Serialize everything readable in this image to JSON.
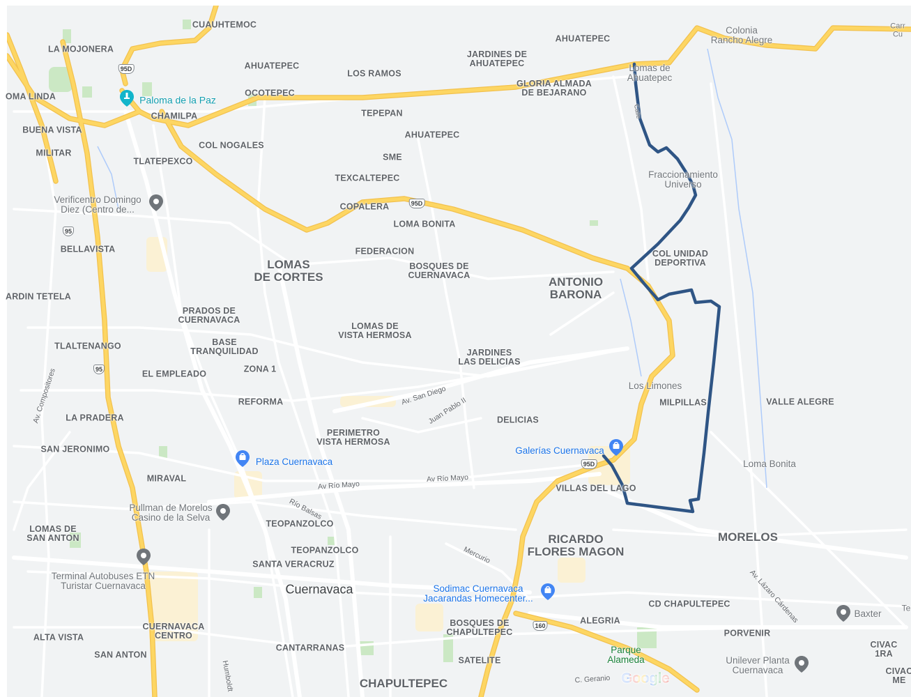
{
  "map": {
    "colors": {
      "land": "#f1f3f4",
      "road": "#ffffff",
      "highway": "#fdd663",
      "highway_edge": "#f5b400",
      "route": "#2f5585",
      "park": "#cbe8c4",
      "commercial": "#fbf1d4"
    },
    "labels": {
      "cuauhtemoc": "CUAUHTEMOC",
      "la_mojonera": "LA MOJONERA",
      "ahuatepec_top": "AHUATEPEC",
      "jardines_de_ahuatepec": "JARDINES DE\nAHUATEPEC",
      "ahuatepec_mid": "AHUATEPEC",
      "los_ramos": "LOS RAMOS",
      "colonia_rancho_alegre": "Colonia\nRancho Alegre",
      "carr": "Carr Cu",
      "lomas_de_ahuatepec": "Lomas de\nAhuatepec",
      "oma_linda": "OMA LINDA",
      "ocotepec": "OCOTEPEC",
      "gloria_almada": "GLORIA ALMADA\nDE BEJARANO",
      "chamilpa": "CHAMILPA",
      "tepepan": "TEPEPAN",
      "buena_vista": "BUENA VISTA",
      "col_nogales": "COL NOGALES",
      "ahuatepec_low": "AHUATEPEC",
      "militar": "MILITAR",
      "tlatepexco": "TLATEPEXCO",
      "sme": "SME",
      "fraccionamiento_universo": "Fraccionamiento\nUniverso",
      "texcaltepec": "TEXCALTEPEC",
      "copalera": "COPALERA",
      "loma_bonita_top": "LOMA BONITA",
      "bellavista": "BELLAVISTA",
      "federacion": "FEDERACION",
      "lomas_de_cortes": "LOMAS\nDE CORTES",
      "bosques_de_cuernavaca": "BOSQUES DE\nCUERNAVACA",
      "col_unidad_deportiva": "COL UNIDAD\nDEPORTIVA",
      "antonio_barona": "ANTONIO\nBARONA",
      "ardin_tetela": "ARDIN TETELA",
      "prados_de_cuernavaca": "PRADOS DE\nCUERNAVACA",
      "lomas_de_vista_hermosa": "LOMAS DE\nVISTA HERMOSA",
      "tlaltenango": "TLALTENANGO",
      "base_tranquilidad": "BASE\nTRANQUILIDAD",
      "jardines_las_delicias": "JARDINES\nLAS DELICIAS",
      "zona_1": "ZONA 1",
      "el_empleado": "EL EMPLEADO",
      "los_limones": "Los Limones",
      "reforma": "REFORMA",
      "milpillas": "MILPILLAS",
      "valle_alegre": "VALLE ALEGRE",
      "la_pradera": "LA PRADERA",
      "delicias": "DELICIAS",
      "perimetro_vista_hermosa": "PERIMETRO\nVISTA HERMOSA",
      "san_jeronimo": "SAN JERONIMO",
      "loma_bonita_right": "Loma Bonita",
      "miraval": "MIRAVAL",
      "villas_del_lago": "VILLAS DEL LAGO",
      "teopanzolco_1": "TEOPANZOLCO",
      "lomas_de_san_anton": "LOMAS DE\nSAN ANTON",
      "ricardo_flores_magon": "RICARDO\nFLORES MAGON",
      "morelos": "MORELOS",
      "teopanzolco_2": "TEOPANZOLCO",
      "santa_veracruz": "SANTA VERACRUZ",
      "cuernavaca": "Cuernavaca",
      "cd_chapultepec": "CD CHAPULTEPEC",
      "cuernavaca_centro": "CUERNAVACA\nCENTRO",
      "alegria": "ALEGRIA",
      "bosques_de_chapultepec": "BOSQUES DE\nCHAPULTEPEC",
      "porvenir": "PORVENIR",
      "alta_vista": "ALTA VISTA",
      "cantarranas": "CANTARRANAS",
      "civac_1ra": "CIVAC 1RA",
      "san_anton": "SAN ANTON",
      "satelite": "SATELITE",
      "chapultepec": "CHAPULTEPEC",
      "civac_me": "CIVAC\nME",
      "te": "Te"
    },
    "pois": {
      "paloma_de_la_paz": "Paloma de la Paz",
      "verificentro": "Verificentro Domingo\nDiez (Centro de...",
      "plaza_cuernavaca": "Plaza Cuernavaca",
      "galerias_cuernavaca": "Galerías Cuernavaca",
      "pullman": "Pullman de Morelos\nCasino de la Selva",
      "terminal_autobuses": "Terminal Autobuses ETN\nTuristar Cuernavaca",
      "sodimac": "Sodimac Cuernavaca\nJacarandas Homecenter...",
      "parque_alameda": "Parque\nAlameda",
      "baxter": "Baxter",
      "unilever": "Unilever Planta\nCuernavaca"
    },
    "streets": {
      "av_san_diego": "Av. San Diego",
      "juan_pablo_ii": "Juan Pablo II",
      "av_rio_mayo_1": "Av Río Mayo",
      "av_rio_mayo_2": "Av Río Mayo",
      "rio_balsas": "Río Balsas",
      "mercurio": "Mercurio",
      "av_lazaro_cardenas": "Av. Lázaro Cárdenas",
      "av_compositores": "Av. Compositores",
      "humboldt": "Humboldt",
      "c_geranio": "C. Geranio",
      "calle_route": "Calle"
    },
    "route_badges": {
      "b1": "95D",
      "b2": "95D",
      "b3": "95",
      "b4": "95",
      "b5": "95D",
      "b6": "160"
    },
    "attribution": {
      "logo_text": "Google"
    }
  }
}
